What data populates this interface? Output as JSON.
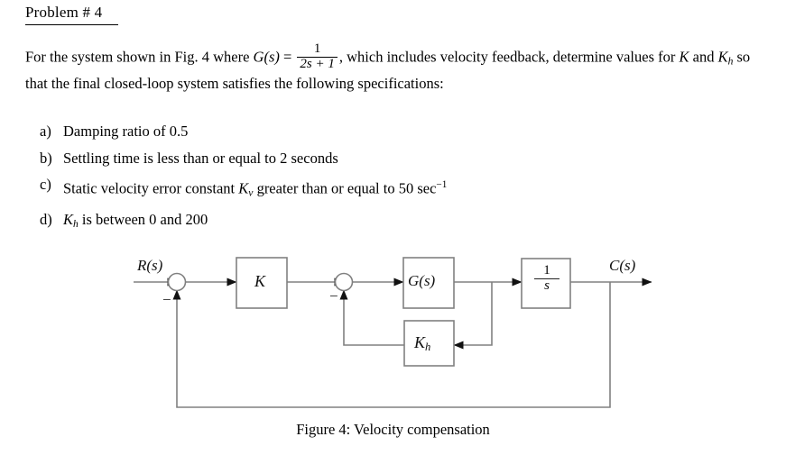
{
  "document": {
    "title": "Problem # 4",
    "intro": {
      "part1": "For the system shown in Fig. 4 where ",
      "gs_var": "G(s)",
      "equals": " = ",
      "fraction_numerator": "1",
      "fraction_denominator": "2s + 1",
      "part2": ", which includes velocity feedback, determine values for ",
      "k_var": "K",
      "and": " and ",
      "kh_var": "K",
      "kh_sub": "h",
      "part3": " so that the final closed-loop system satisfies the following specifications:"
    },
    "specs": [
      {
        "marker": "a)",
        "text": "Damping ratio of 0.5"
      },
      {
        "marker": "b)",
        "text": "Settling time is less than or equal to 2 seconds"
      },
      {
        "marker": "c)",
        "text_before": "Static velocity error constant ",
        "var": "K",
        "var_sub": "ν",
        "text_after": " greater than or equal to 50 sec",
        "exponent": "−1"
      },
      {
        "marker": "d)",
        "var": "K",
        "var_sub": "h",
        "text_after": " is between 0 and 200"
      }
    ],
    "caption": "Figure 4: Velocity compensation"
  },
  "diagram": {
    "input_label": "R(s)",
    "output_label": "C(s)",
    "blocks": {
      "gain_k": "K",
      "plant": "G(s)",
      "integrator_num": "1",
      "integrator_den": "s",
      "velocity_feedback": "K",
      "velocity_feedback_sub": "h"
    },
    "sum_signs": {
      "outer": "−",
      "inner": "−"
    },
    "colors": {
      "line": "#808080",
      "block_border": "#808080",
      "arrow": "#111111",
      "text": "#111111"
    }
  }
}
